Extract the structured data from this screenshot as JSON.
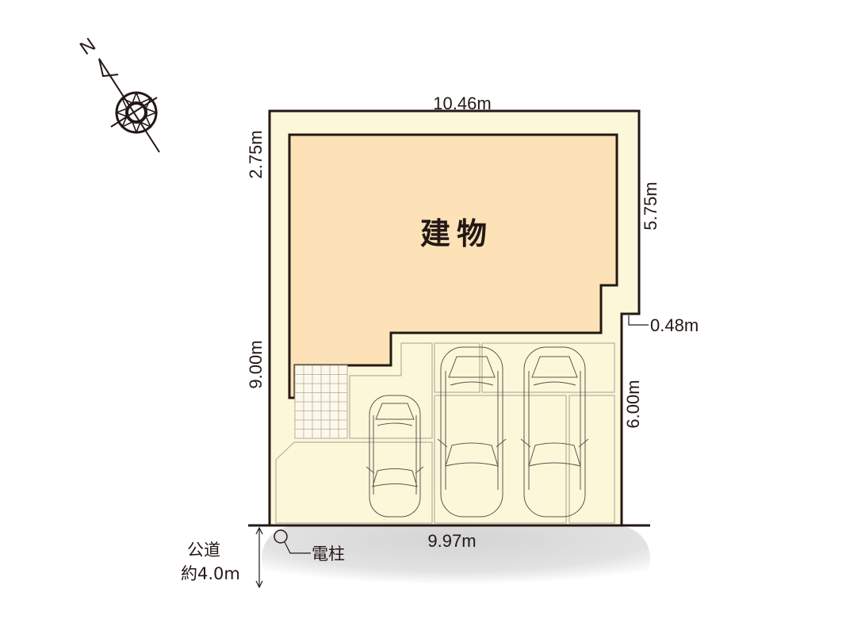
{
  "plan": {
    "building_label": "建物",
    "dimensions": {
      "top": "10.46m",
      "left_upper": "2.75m",
      "left_lower": "9.00m",
      "right_upper": "5.75m",
      "right_lower": "6.00m",
      "step": "0.48m",
      "bottom": "9.97m"
    },
    "road": {
      "label_line1": "公道",
      "label_line2": "約4.0m"
    },
    "pole_label": "電柱",
    "compass_letter": "N"
  },
  "colors": {
    "lot": "#fdf7d9",
    "building": "#fce2b6",
    "outline": "#231815",
    "road": "#d9d9d9"
  }
}
